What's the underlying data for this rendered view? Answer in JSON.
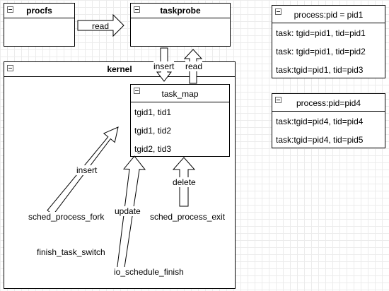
{
  "procfs": {
    "title": "procfs"
  },
  "taskprobe": {
    "title": "taskprobe"
  },
  "kernel": {
    "title": "kernel"
  },
  "task_map": {
    "title": "task_map",
    "rows": [
      "tgid1, tid1",
      "tgid1, tid2",
      "tgid2, tid3"
    ]
  },
  "process1": {
    "title": "process:pid = pid1",
    "rows": [
      "task: tgid=pid1, tid=pid1",
      "task: tgid=pid1, tid=pid2",
      "task:tgid=pid1, tid=pid3"
    ]
  },
  "process2": {
    "title": "process:pid=pid4",
    "rows": [
      "task:tgid=pid4, tid=pid4",
      "task:tgid=pid4, tid=pid5"
    ]
  },
  "labels": {
    "read_procfs": "read",
    "insert_top": "insert",
    "read_top": "read",
    "insert": "insert",
    "update": "update",
    "delete": "delete",
    "sched_process_fork": "sched_process_fork",
    "sched_process_exit": "sched_process_exit",
    "finish_task_switch": "finish_task_switch",
    "io_schedule_finish": "io_schedule_finish"
  }
}
